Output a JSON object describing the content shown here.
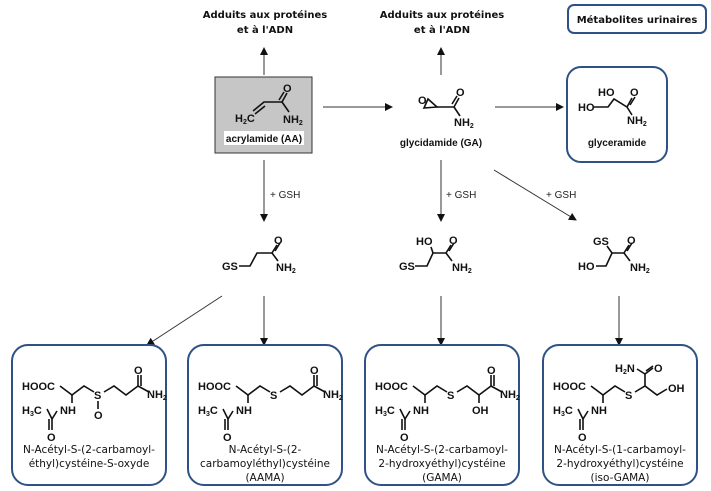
{
  "legend": {
    "label": "Métabolites urinaires",
    "border_color": "#2e5286"
  },
  "adducts": [
    {
      "line1": "Adduits aux protéines",
      "line2": "et à l'ADN"
    },
    {
      "line1": "Adduits aux protéines",
      "line2": "et à l'ADN"
    }
  ],
  "reagent_label": "+ GSH",
  "compounds": {
    "acrylamide": {
      "name": "acrylamide (AA)",
      "atoms": {
        "h2c": "H",
        "h2c_sub": "2",
        "h2c_c": "C",
        "o": "O",
        "nh2": "NH",
        "nh2_sub": "2"
      },
      "box_color": "#c6c6c6"
    },
    "glycidamide": {
      "name": "glycidamide (GA)",
      "atoms": {
        "o_ring": "O",
        "o": "O",
        "nh2": "NH",
        "nh2_sub": "2"
      }
    },
    "glyceramide": {
      "name": "glyceramide",
      "atoms": {
        "ho_top": "HO",
        "ho_left": "HO",
        "o": "O",
        "nh2": "NH",
        "nh2_sub": "2"
      }
    },
    "gs_aa": {
      "atoms": {
        "gs": "GS",
        "o": "O",
        "nh2": "NH",
        "nh2_sub": "2"
      }
    },
    "gs_ga": {
      "atoms": {
        "ho": "HO",
        "gs": "GS",
        "o": "O",
        "nh2": "NH",
        "nh2_sub": "2"
      }
    },
    "gs_ga_iso": {
      "atoms": {
        "gs": "GS",
        "ho": "HO",
        "o": "O",
        "nh2": "NH",
        "nh2_sub": "2"
      }
    }
  },
  "urinary_metabolites": [
    {
      "name_lines": [
        "N-Acétyl-S-(2-carbamoyl-",
        "éthyl)cystéine-S-oxyde"
      ],
      "sulfur": "S",
      "sulfoxide_o": "O"
    },
    {
      "name_lines": [
        "N-Acétyl-S-(2-",
        "carbamoyléthyl)cystéine",
        "(AAMA)"
      ],
      "sulfur": "S"
    },
    {
      "name_lines": [
        "N-Acétyl-S-(2-carbamoyl-",
        "2-hydroxyéthyl)cystéine",
        "(GAMA)"
      ],
      "sulfur": "S",
      "oh": "OH"
    },
    {
      "name_lines": [
        "N-Acétyl-S-(1-carbamoyl-",
        "2-hydroxyéthyl)cystéine",
        "(iso-GAMA)"
      ],
      "sulfur": "S",
      "oh": "OH"
    }
  ],
  "common_atoms": {
    "hooc": "HOOC",
    "h3c": "H",
    "h3c_sub": "3",
    "c": "C",
    "nh": "NH",
    "o": "O",
    "nh2": "NH",
    "sub2": "2",
    "h2n": "H",
    "n": "N"
  }
}
